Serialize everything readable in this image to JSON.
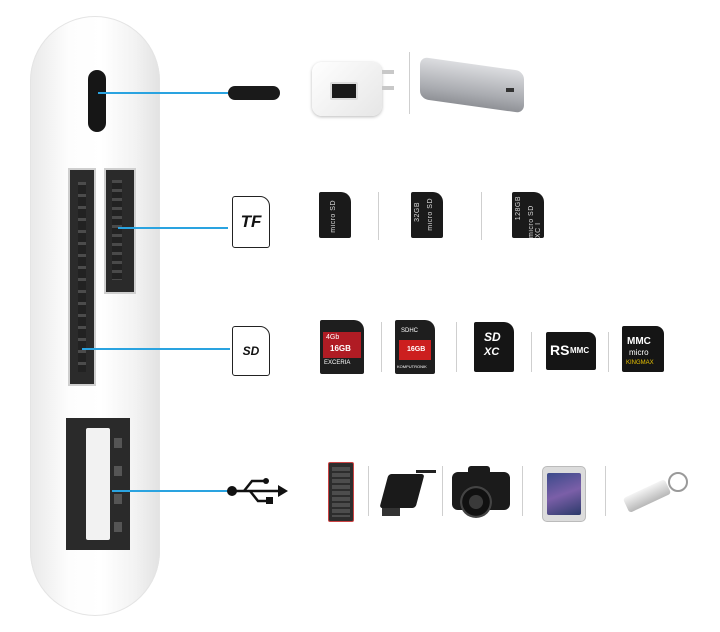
{
  "tf_icon_text": "TF",
  "sd_icon_text": "SD",
  "microsd_cards": [
    {
      "capacity": "",
      "label": "micro SD"
    },
    {
      "capacity": "32GB",
      "label": "micro SD"
    },
    {
      "capacity": "128GB",
      "label": "micro SD XC I"
    }
  ],
  "sd_cards": [
    {
      "top": "4Gb",
      "size": "16GB",
      "brand": "EXCERIA"
    },
    {
      "top": "SDHC",
      "size": "16GB",
      "brand": "KOMPUTRONIK"
    },
    {
      "top": "SD",
      "size": "XC",
      "brand": ""
    },
    {
      "top": "RS",
      "size": "MMC",
      "brand": ""
    },
    {
      "top": "MMC",
      "size": "micro",
      "brand": "KINGMAX"
    }
  ],
  "colors": {
    "connector_line": "#2aa3e0",
    "adapter": "#f4f4f4"
  },
  "icons": [
    "lightning-connector-icon",
    "tf-card-icon",
    "sd-card-icon",
    "usb-icon"
  ]
}
